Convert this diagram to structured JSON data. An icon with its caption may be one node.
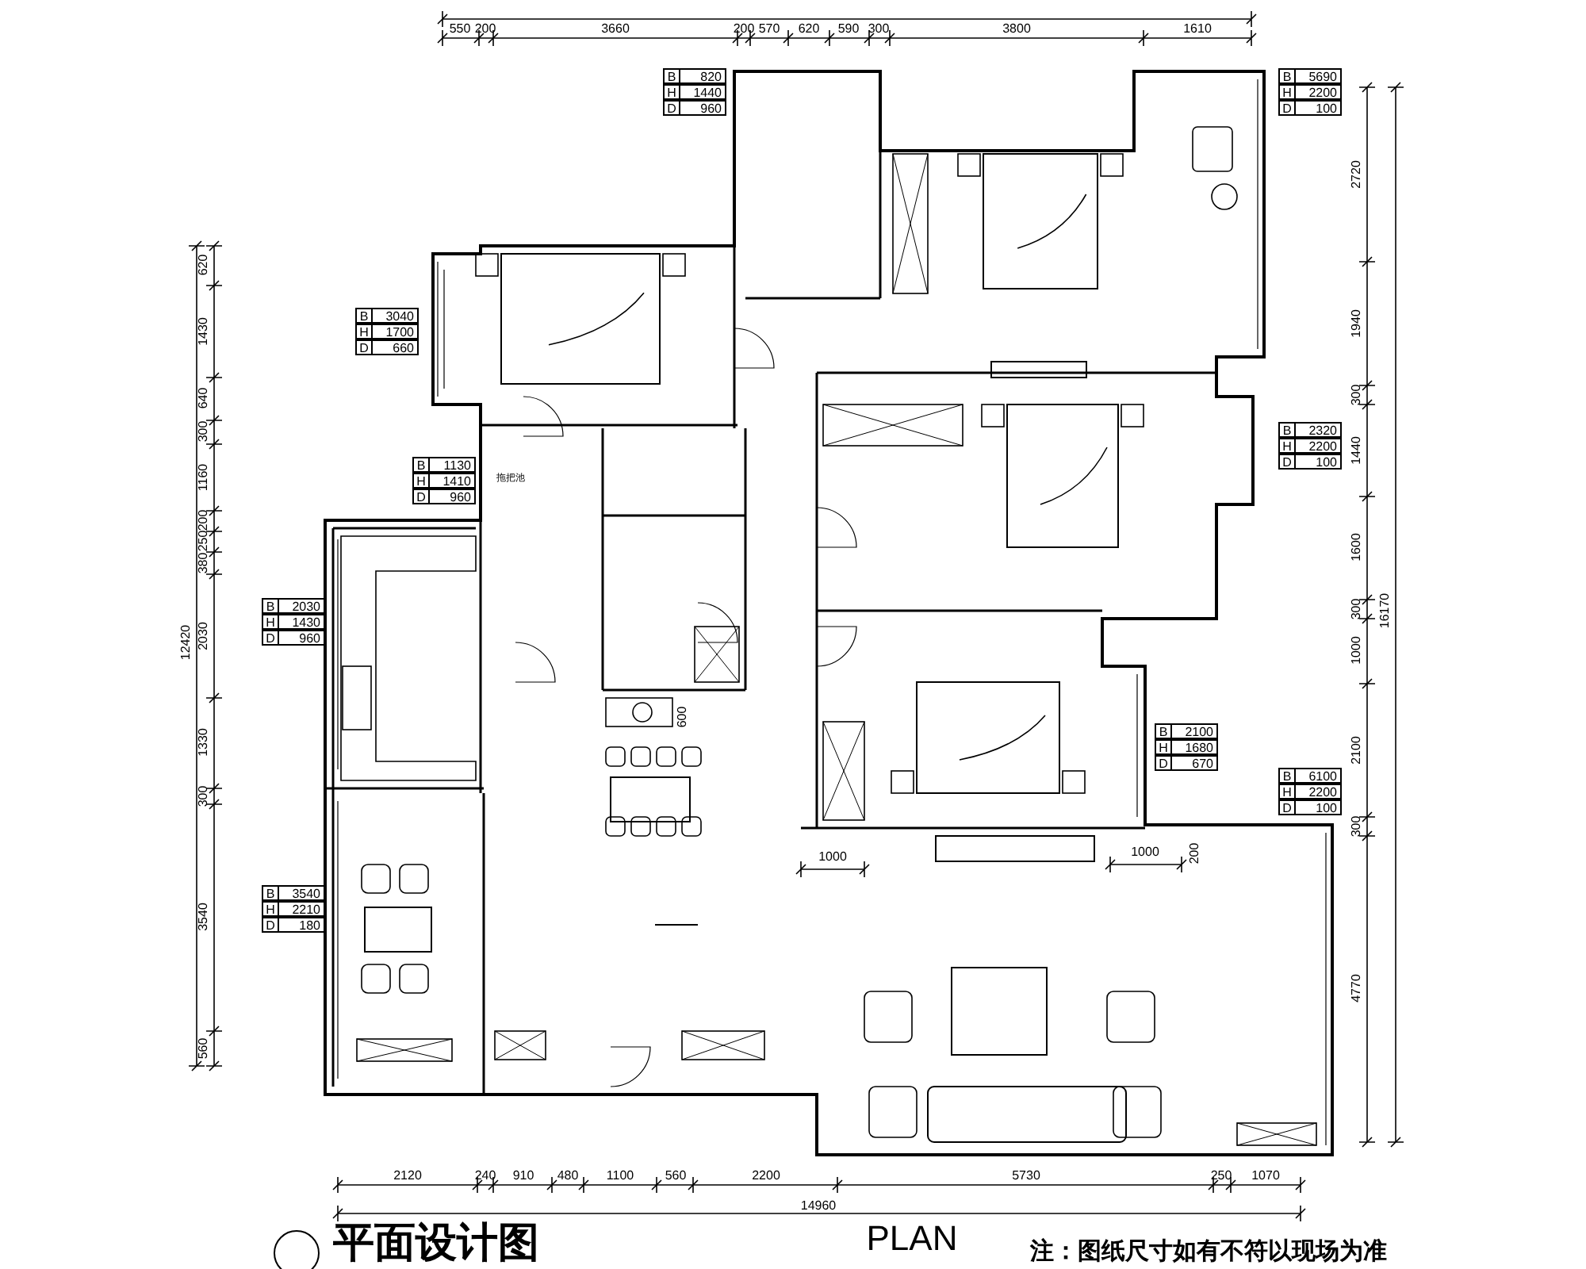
{
  "diagram": {
    "title": "平面设计图",
    "labels": [
      "550",
      "200",
      "3660",
      "200",
      "570",
      "620",
      "590",
      "300",
      "3800",
      "1610",
      "B",
      "820",
      "H",
      "1440",
      "D",
      "960",
      "B",
      "5690",
      "H",
      "2200",
      "D",
      "100",
      "620",
      "1430",
      "640",
      "300",
      "1160",
      "200",
      "250",
      "380",
      "2030",
      "1330",
      "300",
      "3540",
      "560",
      "12420",
      "B",
      "3040",
      "H",
      "1700",
      "D",
      "660",
      "B",
      "1130",
      "H",
      "1410",
      "D",
      "960",
      "拖把池",
      "B",
      "2320",
      "H",
      "2200",
      "D",
      "100",
      "2720",
      "1940",
      "300",
      "1440",
      "1600",
      "300",
      "1000",
      "2100",
      "300",
      "4770",
      "16170",
      "B",
      "2030",
      "H",
      "1430",
      "D",
      "960",
      "600",
      "B",
      "2100",
      "H",
      "1680",
      "D",
      "670",
      "B",
      "6100",
      "H",
      "2200",
      "D",
      "100",
      "1000",
      "1000",
      "200",
      "B",
      "3540",
      "H",
      "2210",
      "D",
      "180",
      "2120",
      "240",
      "910",
      "480",
      "1100",
      "560",
      "2200",
      "5730",
      "250",
      "1070",
      "14960",
      "PLAN",
      "注：图纸尺寸如有不符以现场为准"
    ]
  }
}
